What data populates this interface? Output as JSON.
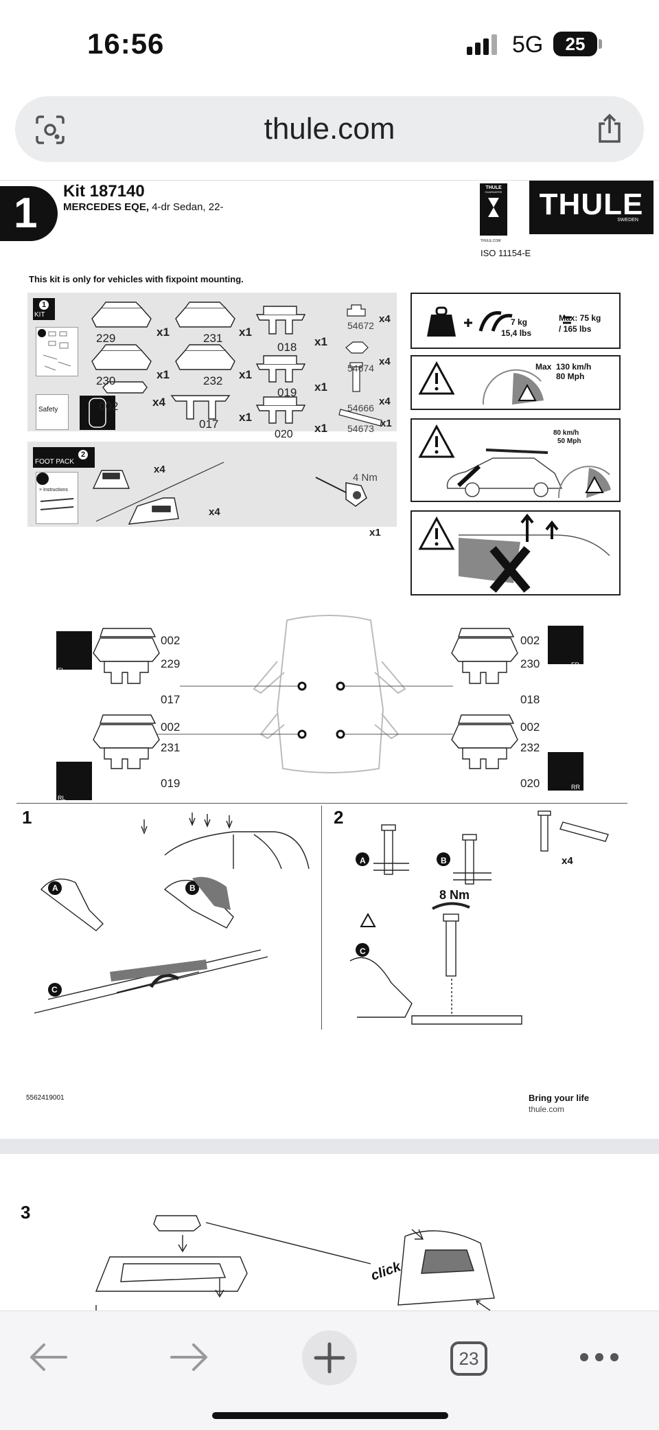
{
  "status": {
    "time": "16:56",
    "network": "5G",
    "battery": "25"
  },
  "browser": {
    "url": "thule.com",
    "tab_count": "23"
  },
  "doc": {
    "step_number": "1",
    "kit_title": "Kit 187140",
    "vehicle_make": "MERCEDES EQE,",
    "vehicle_detail": "4-dr Sedan, 22-",
    "brand": "THULE",
    "brand_sub": "SWEDEN",
    "badge_top": "THULE",
    "badge_mid": "GUARANTEE",
    "badge_bottom": "THULE.COM",
    "iso": "ISO 11154-E",
    "notice": "This kit is only for vehicles with fixpoint mounting.",
    "kit_label": "KIT",
    "kit_num": "1",
    "safety": "Safety",
    "parts": [
      {
        "code": "229",
        "qty": "x1"
      },
      {
        "code": "231",
        "qty": "x1"
      },
      {
        "code": "018",
        "qty": "x1"
      },
      {
        "code": "230",
        "qty": "x1"
      },
      {
        "code": "232",
        "qty": "x1"
      },
      {
        "code": "019",
        "qty": "x1"
      },
      {
        "code": "002",
        "qty": "x4"
      },
      {
        "code": "017",
        "qty": "x1"
      },
      {
        "code": "020",
        "qty": "x1"
      }
    ],
    "small_parts": [
      {
        "code": "54672",
        "qty": "x4"
      },
      {
        "code": "54674",
        "qty": "x4"
      },
      {
        "code": "54666",
        "qty": "x4"
      },
      {
        "code": "54673",
        "qty": "x1"
      }
    ],
    "foot_pack_label": "FOOT PACK",
    "foot_pack_num": "2",
    "instructions": "> Instructions",
    "foot_qty_1": "x4",
    "foot_qty_2": "x4",
    "torque_tool": "4 Nm",
    "torque_qty": "x1",
    "load": {
      "bar_weight_kg": "7 kg",
      "bar_weight_lbs": "15,4 lbs",
      "max_kg": "Max: 75 kg",
      "max_lbs": "/ 165 lbs"
    },
    "speed": {
      "max": "Max",
      "kmh": "130 km/h",
      "mph": "80 Mph"
    },
    "speed2": {
      "kmh": "80 km/h",
      "mph": "50 Mph"
    },
    "positions": {
      "fl": "FL",
      "fr": "FR",
      "rl": "RL",
      "rr": "RR",
      "fl_codes": [
        "002",
        "229",
        "017"
      ],
      "rl_codes": [
        "002",
        "231",
        "019"
      ],
      "fr_codes": [
        "002",
        "230",
        "018"
      ],
      "rr_codes": [
        "002",
        "232",
        "020"
      ]
    },
    "step1": "1",
    "step2": "2",
    "step2_qty": "x4",
    "torque": "8 Nm",
    "letters": [
      "A",
      "B",
      "C"
    ],
    "footer_code": "5562419001",
    "footer_tagline": "Bring your life",
    "footer_url": "thule.com"
  },
  "page2": {
    "step": "3",
    "click": "click"
  }
}
